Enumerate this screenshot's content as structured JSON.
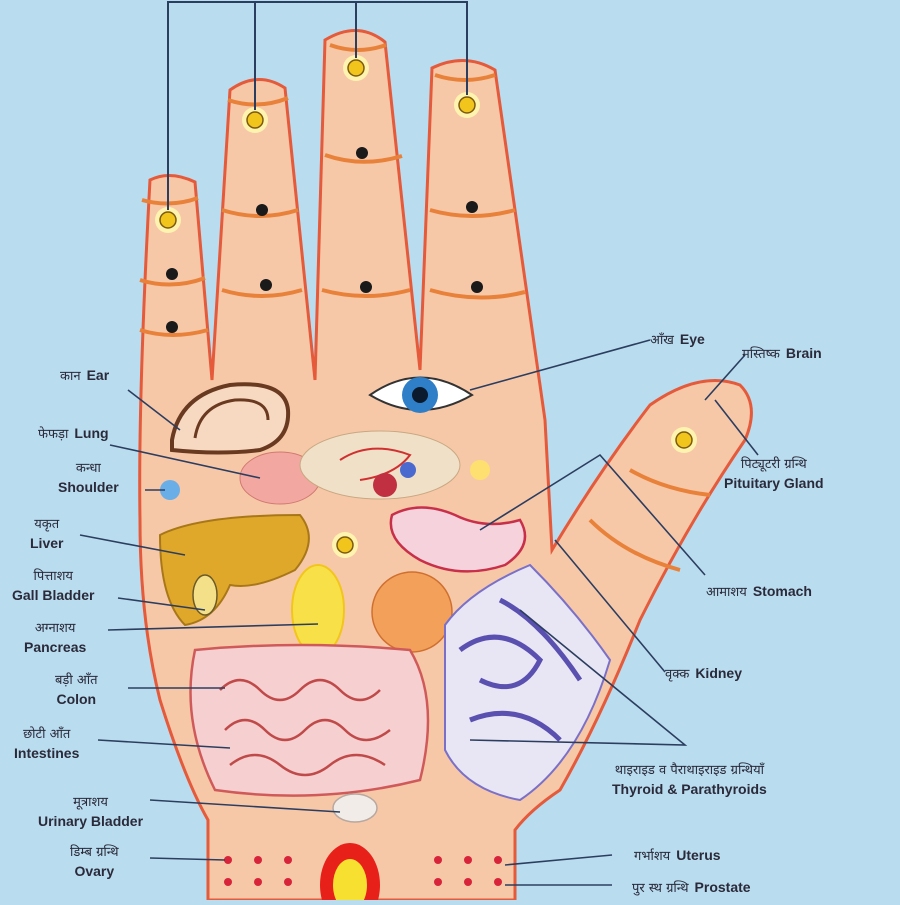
{
  "labels": {
    "eye": {
      "hi": "आँख",
      "en": "Eye"
    },
    "brain": {
      "hi": "मस्तिष्क",
      "en": "Brain"
    },
    "pituitary": {
      "hi": "पिट्यूटरी ग्रन्थि",
      "en": "Pituitary Gland"
    },
    "stomach": {
      "hi": "आमाशय",
      "en": "Stomach"
    },
    "kidney": {
      "hi": "वृक्क",
      "en": "Kidney"
    },
    "thyroid": {
      "hi": "थाइराइड व पैराथाइराइड ग्रन्थियाँ",
      "en": "Thyroid & Parathyroids"
    },
    "uterus": {
      "hi": "गर्भाशय",
      "en": "Uterus"
    },
    "prostate": {
      "hi": "पुर स्थ ग्रन्थि",
      "en": "Prostate"
    },
    "ear": {
      "hi": "कान",
      "en": "Ear"
    },
    "lung": {
      "hi": "फेफड़ा",
      "en": "Lung"
    },
    "shoulder": {
      "hi": "कन्धा",
      "en": "Shoulder"
    },
    "liver": {
      "hi": "यकृत",
      "en": "Liver"
    },
    "gall_bladder": {
      "hi": "पित्ताशय",
      "en": "Gall Bladder"
    },
    "pancreas": {
      "hi": "अग्नाशय",
      "en": "Pancreas"
    },
    "colon": {
      "hi": "बड़ी आँत",
      "en": "Colon"
    },
    "intestines": {
      "hi": "छोटी आँत",
      "en": "Intestines"
    },
    "urinary_bladder": {
      "hi": "मूत्राशय",
      "en": "Urinary Bladder"
    },
    "ovary": {
      "hi": "डिम्ब ग्रन्थि",
      "en": "Ovary"
    }
  },
  "colors": {
    "background": "#b9dcef",
    "skin": "#f7c8a8",
    "skin_outline": "#e45a3a",
    "crease": "#e8823a",
    "point": "#1a1a1a",
    "sun_point": "#f2c51c",
    "pointer_line": "#2c3e60"
  },
  "icons": [
    "sun-point-icon",
    "ear-icon",
    "eye-icon",
    "lung-icon",
    "liver-icon",
    "kidney-icon",
    "stomach-icon",
    "pancreas-icon",
    "intestines-icon",
    "thyroid-icon",
    "bladder-icon"
  ]
}
